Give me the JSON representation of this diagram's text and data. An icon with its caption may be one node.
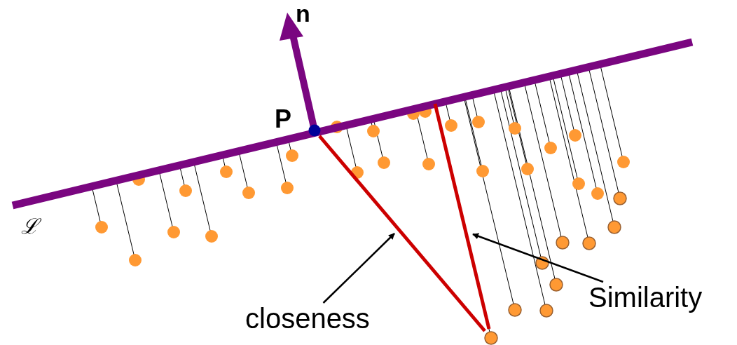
{
  "diagram": {
    "nodes": [
      {
        "text": [
          "closeness"
        ]
      },
      {
        "text": [
          "Similarity"
        ]
      },
      {
        "text": [],
        "shape": "line"
      },
      {
        "text": [],
        "shape": "line"
      }
    ],
    "edges": [
      {
        "from": 0,
        "to": 2,
        "arrow": "to"
      },
      {
        "from": 1,
        "to": 3,
        "arrow": "to"
      }
    ],
    "labels": [
      "n",
      "P",
      "ℒ"
    ]
  }
}
